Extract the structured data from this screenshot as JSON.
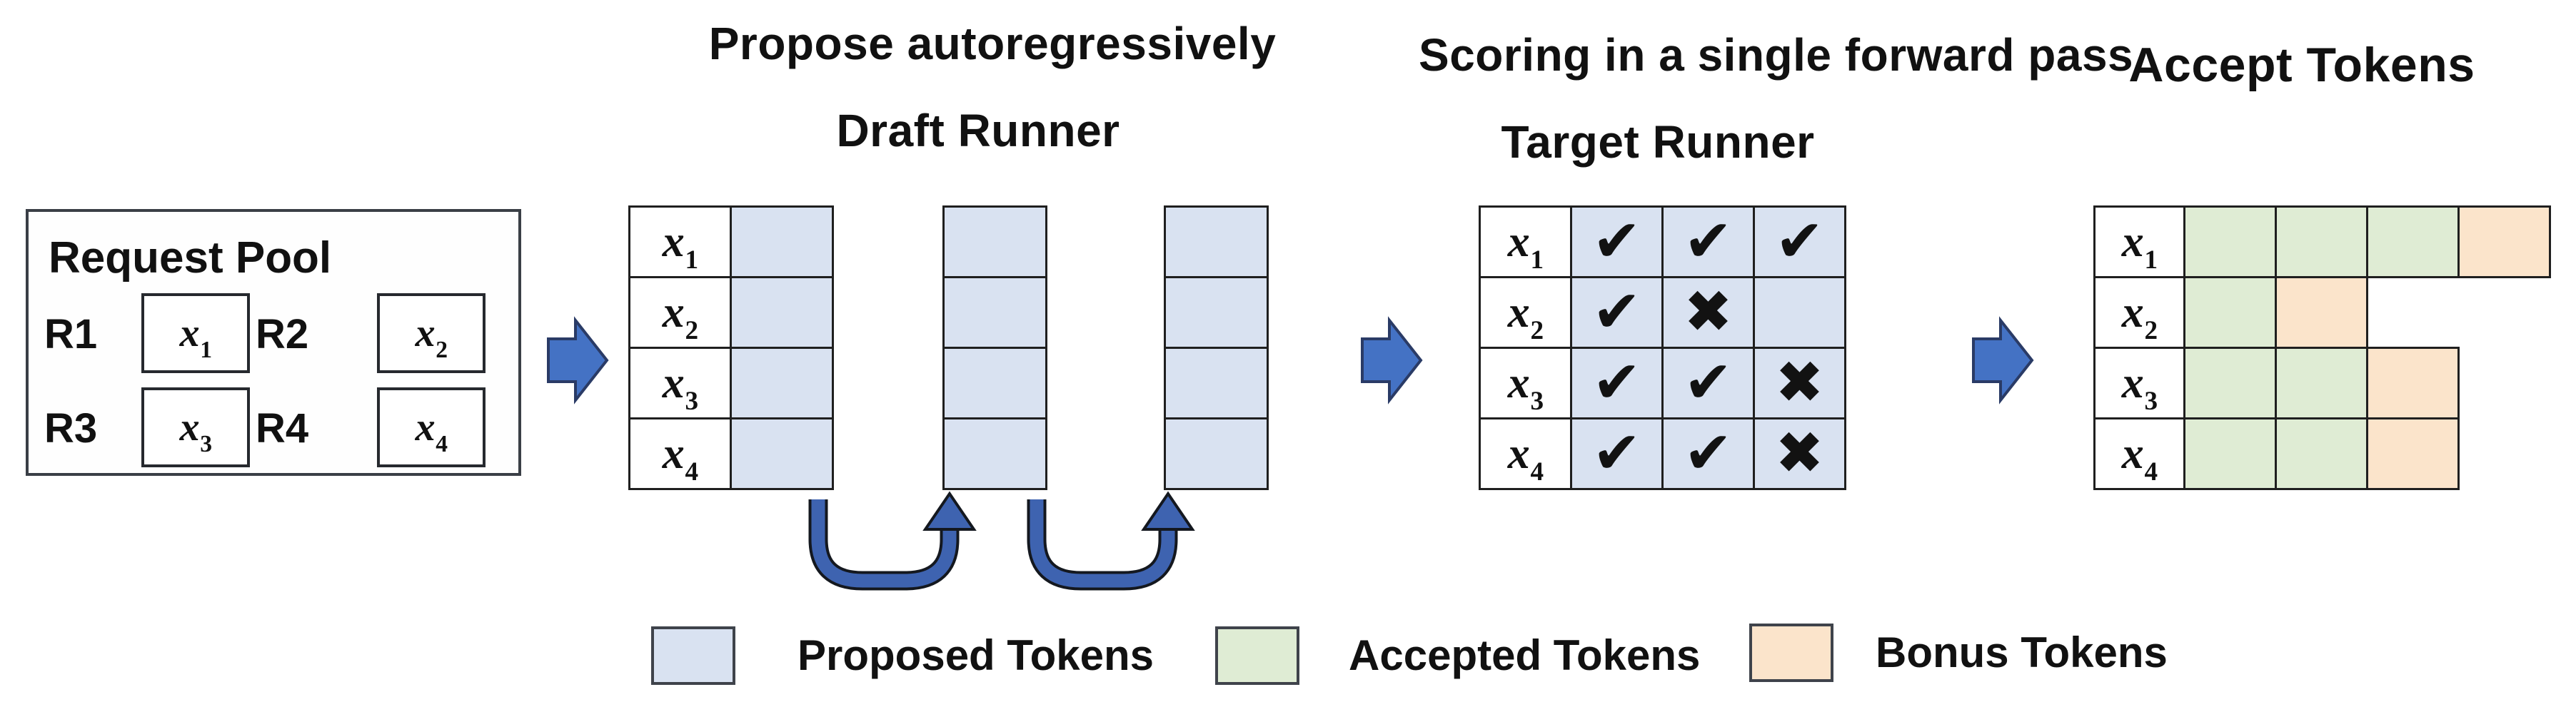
{
  "headings": {
    "propose": "Propose autoregressively",
    "draft_runner": "Draft Runner",
    "scoring": "Scoring in a single forward pass",
    "target_runner": "Target Runner",
    "accept": "Accept Tokens"
  },
  "request_pool": {
    "title": "Request Pool",
    "requests": [
      {
        "id": "R1",
        "token_base": "x",
        "token_sub": "1"
      },
      {
        "id": "R2",
        "token_base": "x",
        "token_sub": "2"
      },
      {
        "id": "R3",
        "token_base": "x",
        "token_sub": "3"
      },
      {
        "id": "R4",
        "token_base": "x",
        "token_sub": "4"
      }
    ]
  },
  "row_tokens": [
    {
      "base": "x",
      "sub": "1"
    },
    {
      "base": "x",
      "sub": "2"
    },
    {
      "base": "x",
      "sub": "3"
    },
    {
      "base": "x",
      "sub": "4"
    }
  ],
  "draft_runner": {
    "proposal_steps": 3
  },
  "target_runner": {
    "rows": [
      [
        "check",
        "check",
        "check"
      ],
      [
        "check",
        "cross",
        ""
      ],
      [
        "check",
        "check",
        "cross"
      ],
      [
        "check",
        "check",
        "cross"
      ]
    ]
  },
  "accept_tokens": {
    "rows": [
      [
        "accepted",
        "accepted",
        "accepted",
        "bonus"
      ],
      [
        "accepted",
        "bonus"
      ],
      [
        "accepted",
        "accepted",
        "bonus"
      ],
      [
        "accepted",
        "accepted",
        "bonus"
      ]
    ]
  },
  "legend": [
    {
      "key": "proposed",
      "label": "Proposed Tokens"
    },
    {
      "key": "accepted",
      "label": "Accepted Tokens"
    },
    {
      "key": "bonus",
      "label": "Bonus Tokens"
    }
  ],
  "icons": {
    "check": "✔",
    "cross": "✖"
  },
  "colors": {
    "proposed": "#d9e2f1",
    "accepted": "#dfecd4",
    "bonus": "#fbe4cb",
    "arrow_fill": "#4472c4",
    "arrow_curve": "#3e63b0"
  }
}
